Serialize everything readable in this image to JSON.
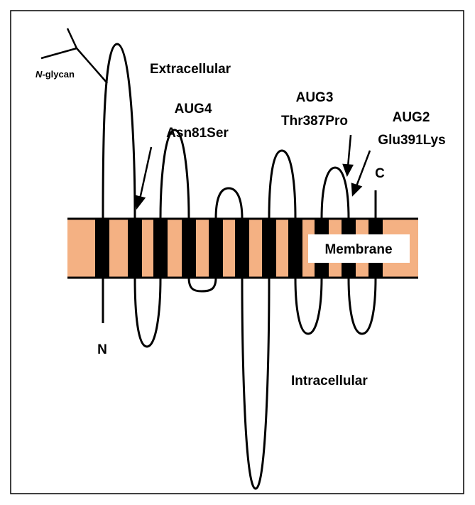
{
  "labels": {
    "extracellular": "Extracellular",
    "intracellular": "Intracellular",
    "membrane": "Membrane",
    "n_terminus": "N",
    "c_terminus": "C",
    "glycan_prefix": "N",
    "glycan_suffix": "-glycan"
  },
  "mutations": [
    {
      "name": "AUG4",
      "change": "Asn81Ser"
    },
    {
      "name": "AUG3",
      "change": "Thr387Pro"
    },
    {
      "name": "AUG2",
      "change": "Glu391Lys"
    }
  ],
  "colors": {
    "membrane": "#f4b183",
    "helix": "#000000",
    "line": "#000000"
  }
}
